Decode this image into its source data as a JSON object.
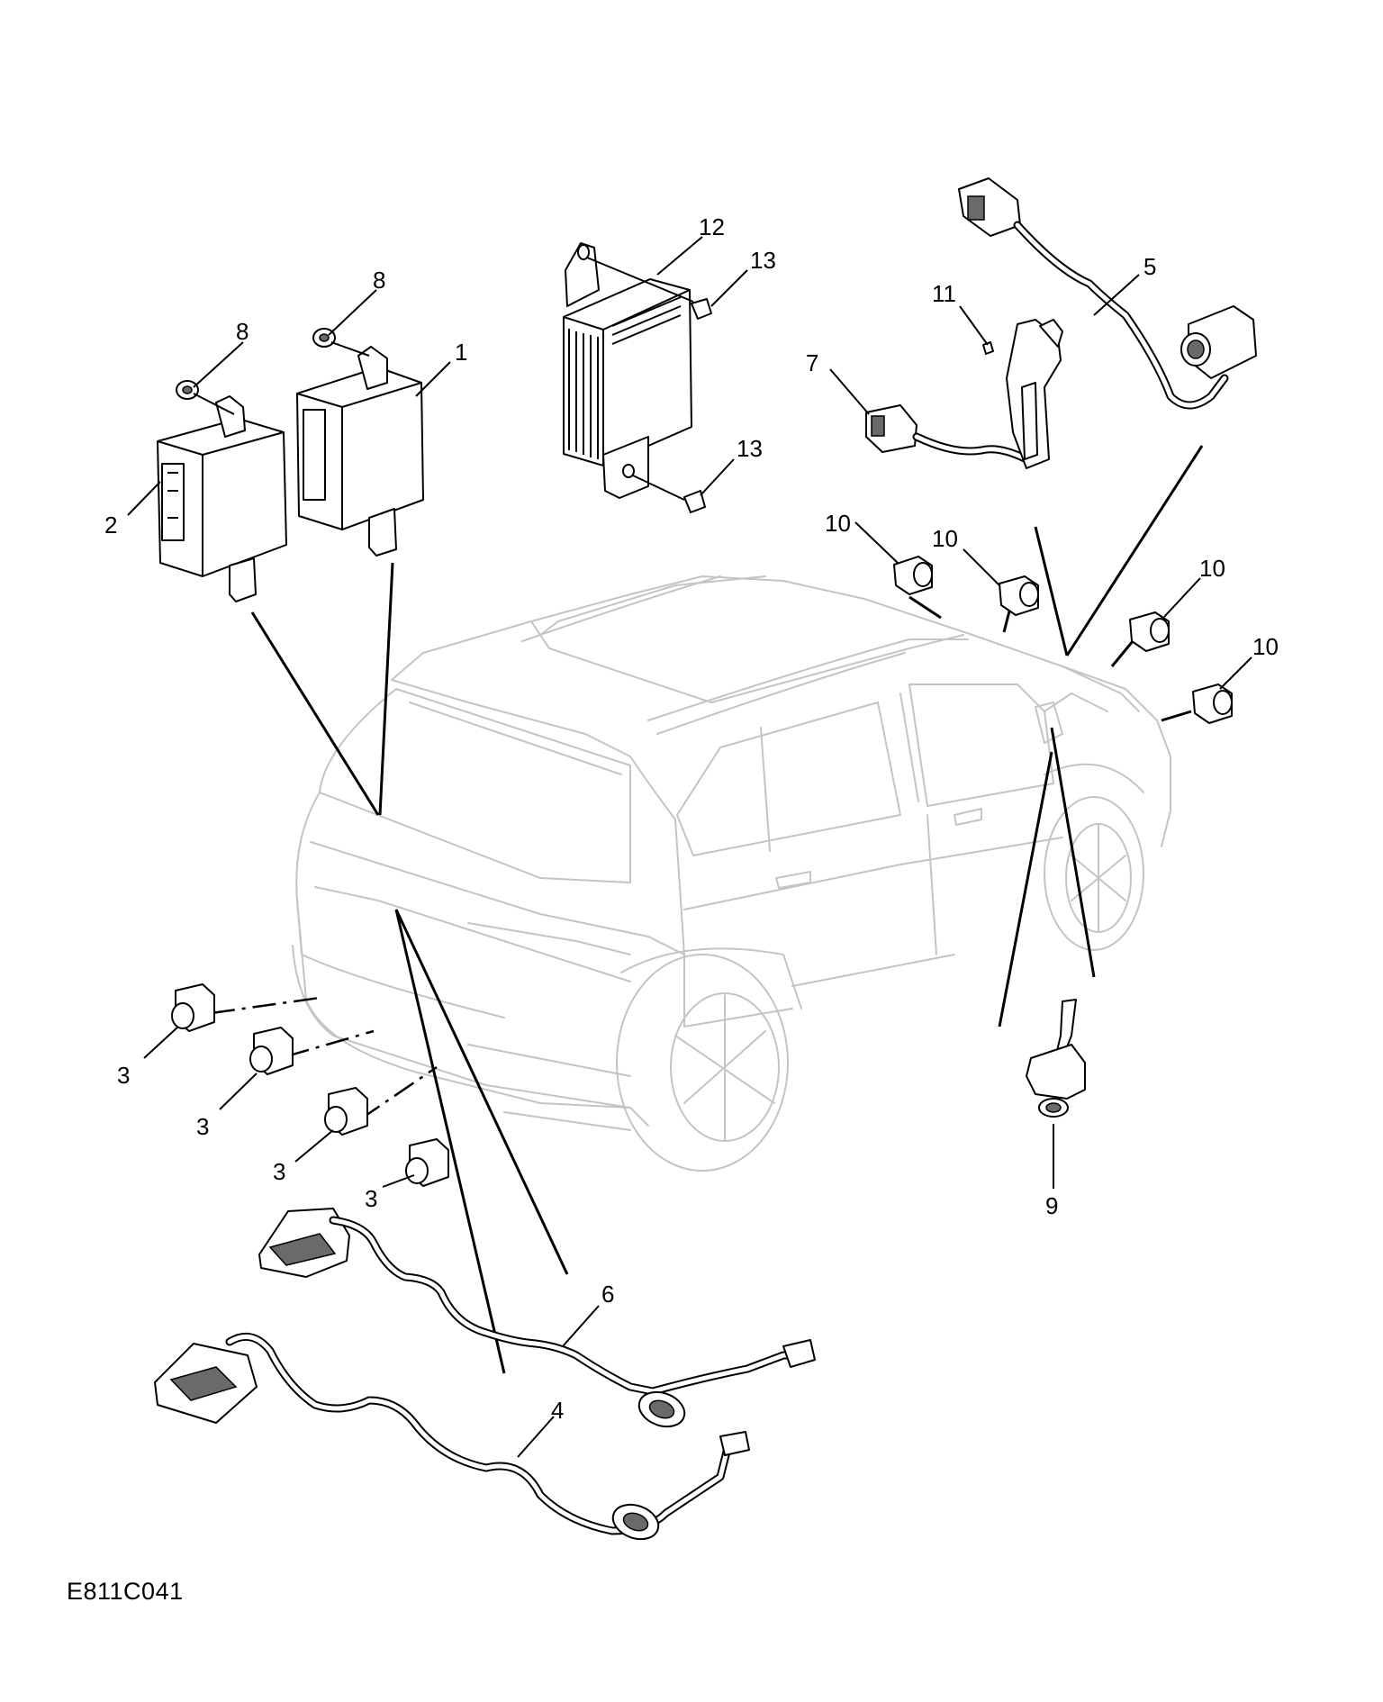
{
  "figure": {
    "reference_code": "E811C041"
  },
  "callouts": [
    {
      "id": "c1",
      "label": "1"
    },
    {
      "id": "c2",
      "label": "2"
    },
    {
      "id": "c3a",
      "label": "3"
    },
    {
      "id": "c3b",
      "label": "3"
    },
    {
      "id": "c3c",
      "label": "3"
    },
    {
      "id": "c3d",
      "label": "3"
    },
    {
      "id": "c4",
      "label": "4"
    },
    {
      "id": "c5",
      "label": "5"
    },
    {
      "id": "c6",
      "label": "6"
    },
    {
      "id": "c7",
      "label": "7"
    },
    {
      "id": "c8a",
      "label": "8"
    },
    {
      "id": "c8b",
      "label": "8"
    },
    {
      "id": "c9",
      "label": "9"
    },
    {
      "id": "c10a",
      "label": "10"
    },
    {
      "id": "c10b",
      "label": "10"
    },
    {
      "id": "c10c",
      "label": "10"
    },
    {
      "id": "c10d",
      "label": "10"
    },
    {
      "id": "c11",
      "label": "11"
    },
    {
      "id": "c12",
      "label": "12"
    },
    {
      "id": "c13a",
      "label": "13"
    },
    {
      "id": "c13b",
      "label": "13"
    }
  ]
}
